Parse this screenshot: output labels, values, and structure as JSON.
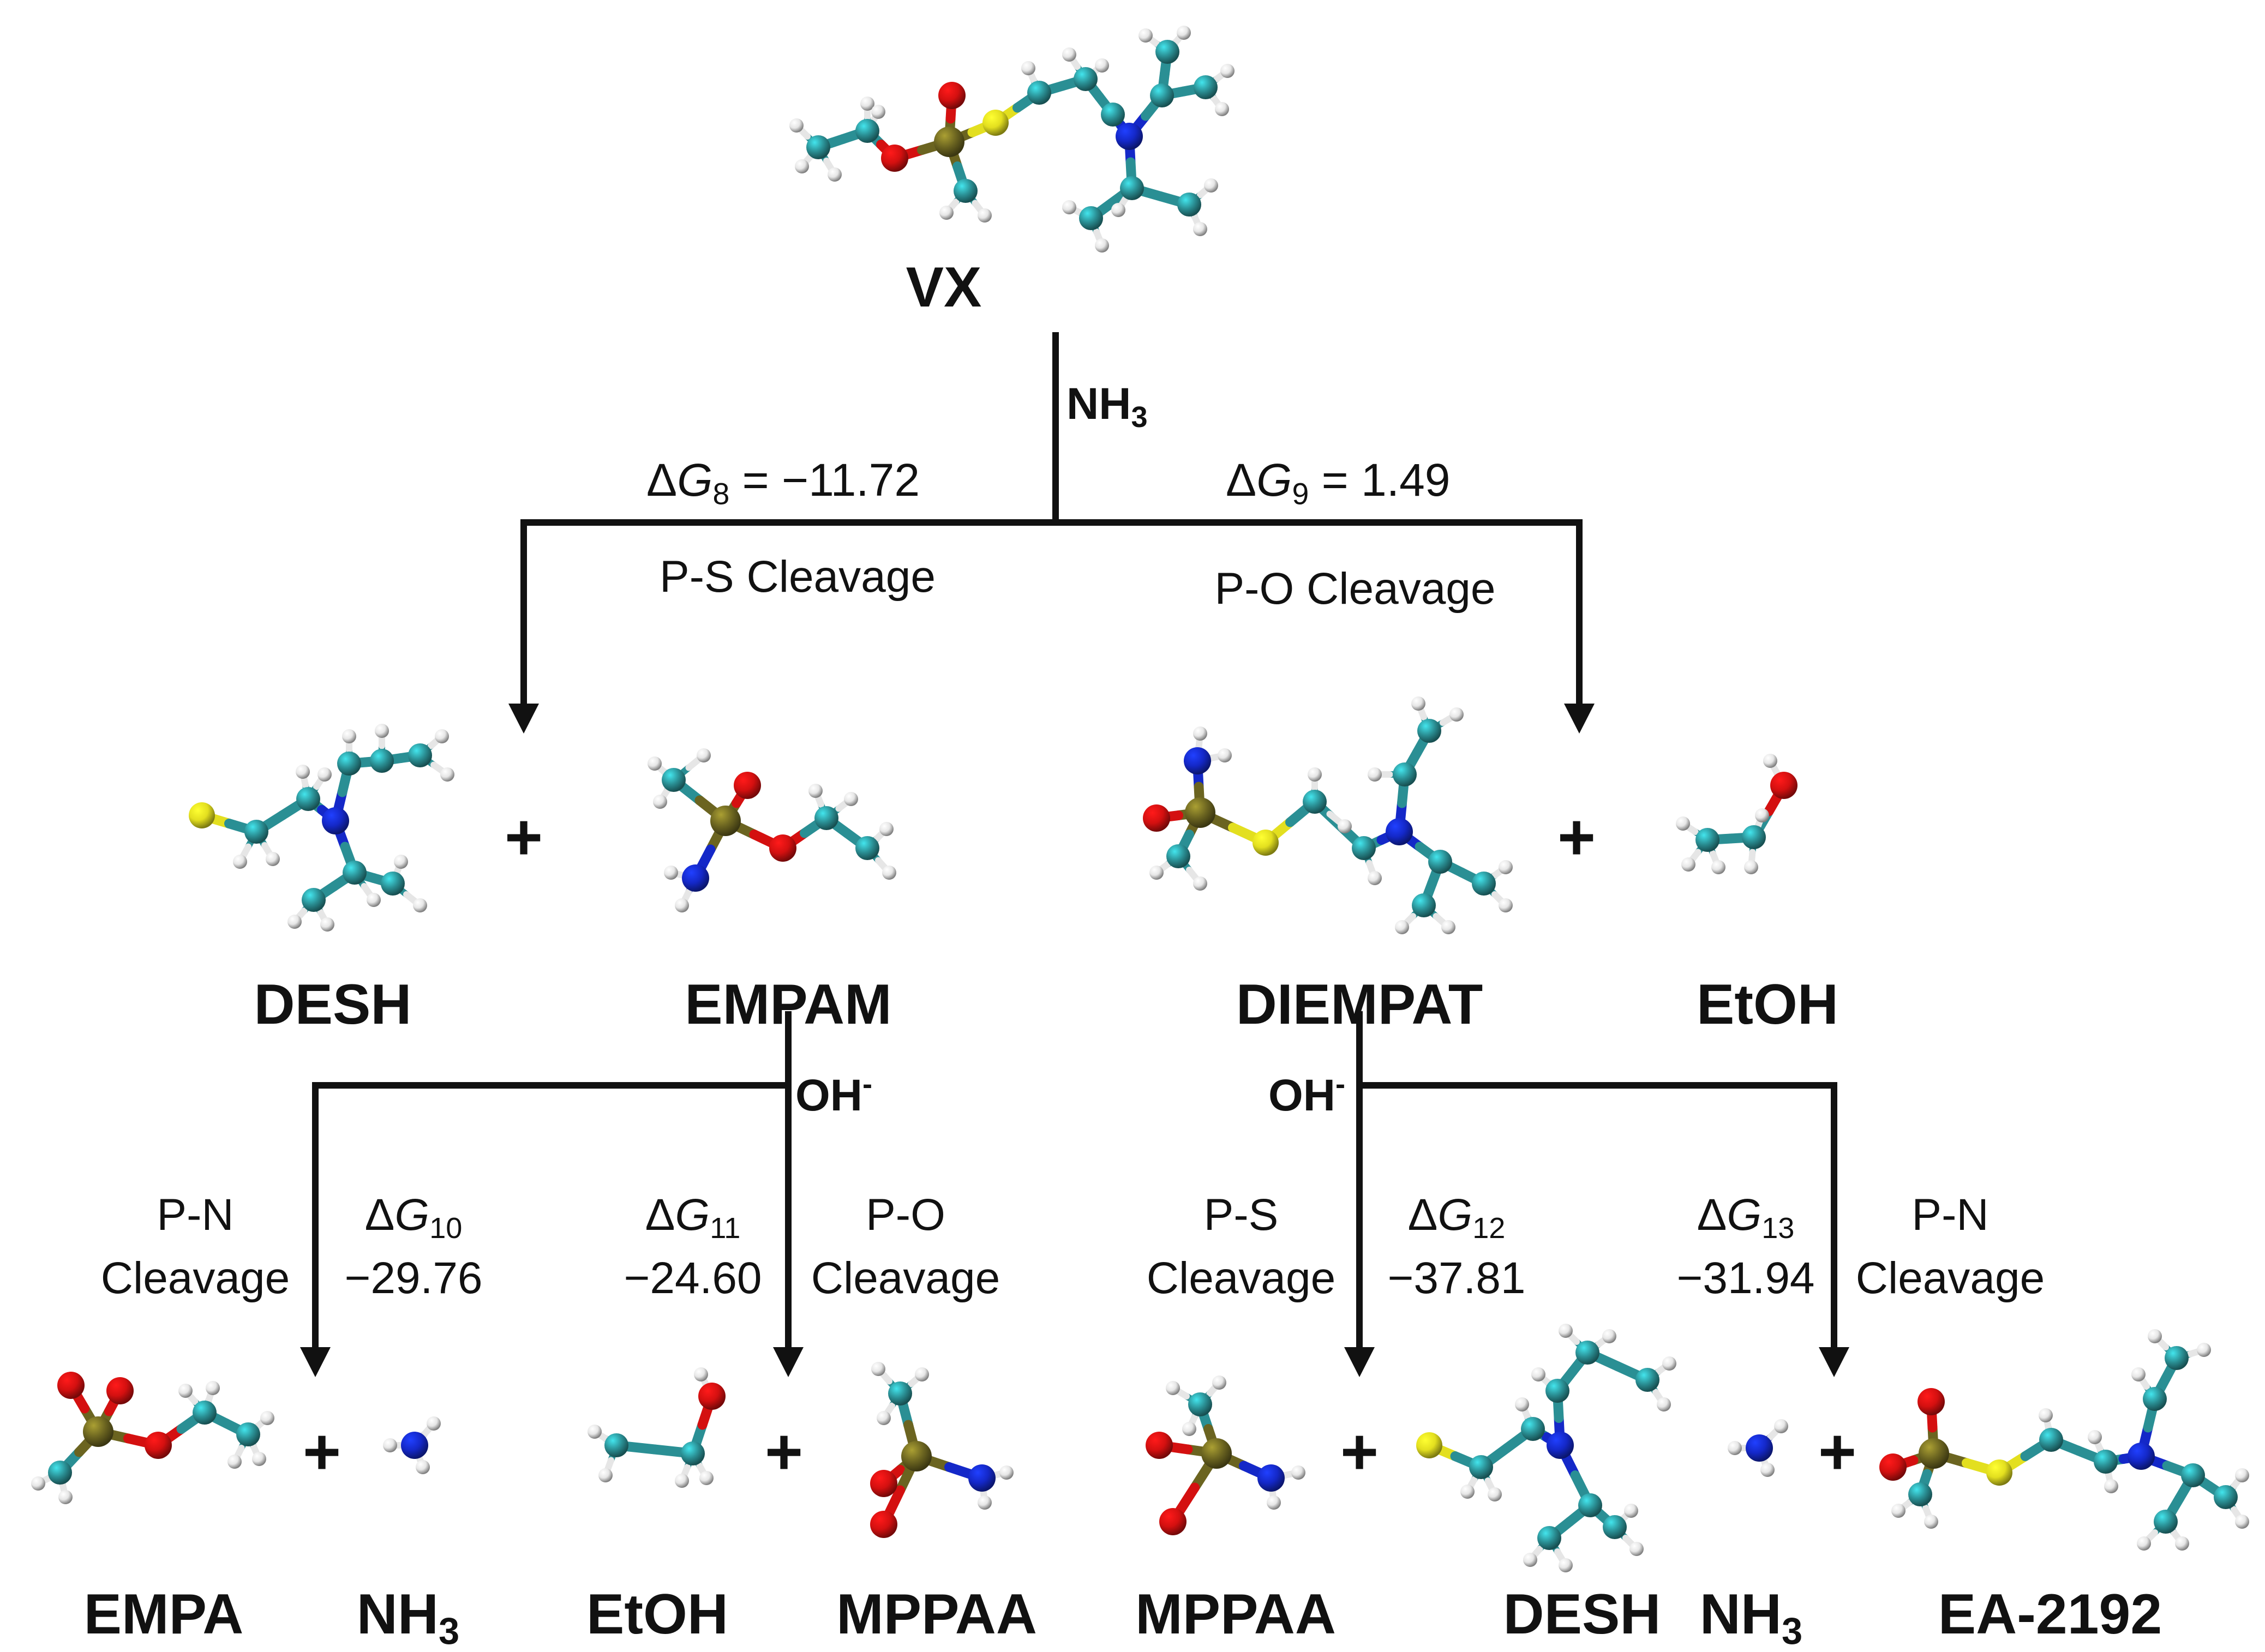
{
  "colors": {
    "carbon": "#2a8f94",
    "hydrogen": "#e6e6e6",
    "oxygen": "#d41010",
    "nitrogen": "#1428c8",
    "sulfur": "#e3df1f",
    "phosphorus": "#6b6420",
    "line": "#111111"
  },
  "molecules": {
    "vx": "VX",
    "desh_1": "DESH",
    "empam": "EMPAM",
    "diempat": "DIEMPAT",
    "etoh_1": "EtOH",
    "empa": "EMPA",
    "nh3_1": "NH",
    "etoh_2": "EtOH",
    "mppaa_1": "MPPAA",
    "mppaa_2": "MPPAA",
    "desh_2": "DESH",
    "nh3_2": "NH",
    "ea2192": "EA-2192"
  },
  "subscripts": {
    "three": "3"
  },
  "reagents": {
    "ammonia": "NH",
    "ammonia_sub": "3",
    "hydroxide": "OH",
    "hydroxide_sup": "-"
  },
  "plus_sign": "+",
  "reactions": {
    "delta_symbol": "Δ",
    "g_symbol": "G",
    "r8": {
      "sub": "8",
      "value": " = −11.72",
      "label": "P-S Cleavage"
    },
    "r9": {
      "sub": "9",
      "value": " = 1.49",
      "label": "P-O Cleavage"
    },
    "r10": {
      "sub": "10",
      "value": "−29.76",
      "label_1": "P-N",
      "label_2": "Cleavage"
    },
    "r11": {
      "sub": "11",
      "value": "−24.60",
      "label_1": "P-O",
      "label_2": "Cleavage"
    },
    "r12": {
      "sub": "12",
      "value": "−37.81",
      "label_1": "P-S",
      "label_2": "Cleavage"
    },
    "r13": {
      "sub": "13",
      "value": "−31.94",
      "label_1": "P-N",
      "label_2": "Cleavage"
    }
  }
}
